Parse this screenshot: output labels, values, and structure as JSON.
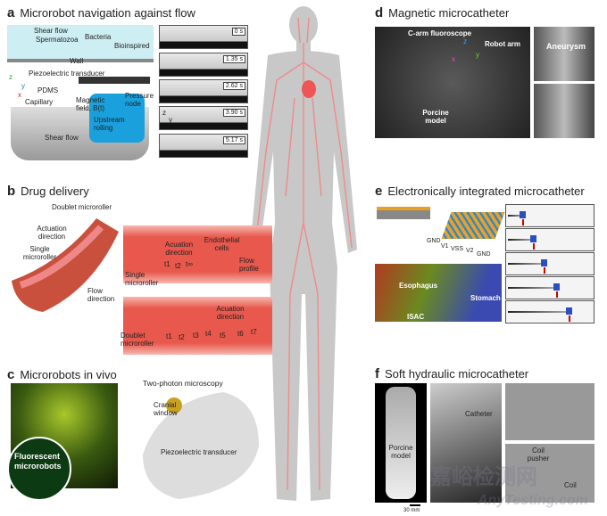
{
  "panels": {
    "a": {
      "letter": "a",
      "title": "Microrobot navigation against flow",
      "labels": {
        "shear_flow_top": "Shear flow",
        "spermatozoa": "Spermatozoa",
        "bacteria": "Bacteria",
        "bioinspired": "Bioinspired",
        "wall": "Wall",
        "piezo": "Piezoelectric transducer",
        "pdms": "PDMS",
        "capillary": "Capillary",
        "magnetic": "Magnetic field, B(t)",
        "pressure": "Pressure node",
        "upstream": "Upstream rolling",
        "shear_flow": "Shear flow",
        "axis_z": "z",
        "axis_y": "y",
        "axis_x": "x"
      },
      "timestamps": [
        "0 s",
        "1.35 s",
        "2.62 s",
        "3.90 s",
        "5.17 s"
      ],
      "frame_axis_z": "z",
      "frame_axis_y": "y"
    },
    "b": {
      "letter": "b",
      "title": "Drug delivery",
      "labels": {
        "doublet": "Doublet microroller",
        "actuation": "Actuation direction",
        "single": "Single microroller",
        "flow": "Flow direction",
        "acuation1": "Acuation direction",
        "endothelial": "Endothelial cells",
        "single2": "Single microroller",
        "flow_profile": "Flow profile",
        "acuation2": "Acuation direction",
        "doublet2": "Doublet microroller"
      },
      "single_times": [
        "t1",
        "t2",
        "t∞"
      ],
      "doublet_times": [
        "t1",
        "t2",
        "t3",
        "t4",
        "t5",
        "t6",
        "t7"
      ]
    },
    "c": {
      "letter": "c",
      "title": "Microrobots in vivo",
      "labels": {
        "two_photon": "Two-photon microscopy",
        "cranial": "Cranial window",
        "piezo": "Piezoelectric transducer",
        "fluorescent": "Fluorescent microrobots"
      }
    },
    "d": {
      "letter": "d",
      "title": "Magnetic microcatheter",
      "labels": {
        "carm": "C-arm fluoroscope",
        "robot": "Robot arm",
        "porcine": "Porcine model",
        "aneurysm": "Aneurysm",
        "axis_z": "z",
        "axis_y": "y",
        "axis_x": "x"
      }
    },
    "e": {
      "letter": "e",
      "title": "Electronically integrated microcatheter",
      "labels": {
        "gnd1": "GND",
        "v1": "V1",
        "vss": "VSS",
        "v2": "V2",
        "gnd2": "GND",
        "esophagus": "Esophagus",
        "stomach": "Stomach",
        "isac": "ISAC"
      },
      "tip_progress": [
        0.18,
        0.3,
        0.42,
        0.56,
        0.7
      ]
    },
    "f": {
      "letter": "f",
      "title": "Soft hydraulic microcatheter",
      "labels": {
        "porcine": "Porcine model",
        "catheter": "Catheter",
        "coil_pusher": "Coil pusher",
        "coil": "Coil",
        "scale": "30 mm"
      }
    }
  },
  "watermark": {
    "cn": "嘉峪检测网",
    "en": "AnyTesting.com"
  },
  "colors": {
    "vessel": "#f08a8a",
    "body": "#c8c8c8",
    "flow_blue": "#2a9ad6",
    "bg_blue": "#cdeef2"
  }
}
